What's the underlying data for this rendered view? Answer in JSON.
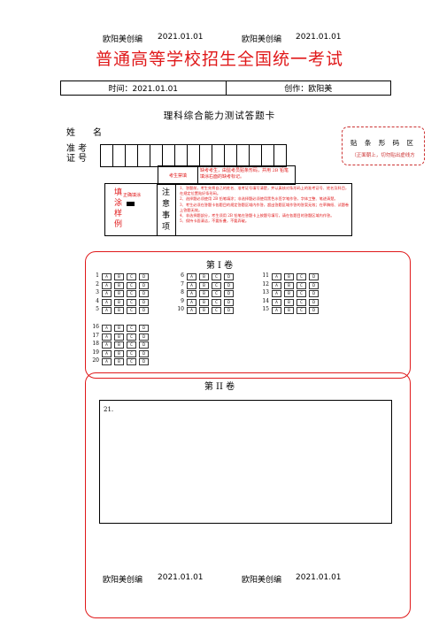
{
  "header": {
    "author": "欧阳美创编",
    "date": "2021.01.01"
  },
  "footer": {
    "author": "欧阳美创编",
    "date": "2021.01.01"
  },
  "title": "普通高等学校招生全国统一考试",
  "info": {
    "time_label": "时间：2021.01.01",
    "creator_label": "创作：欧阳美"
  },
  "subtitle": "理科综合能力测试答题卡",
  "name_label": "姓　　名",
  "exam_no_label": "准 考 证 号",
  "barcode": {
    "line1": "贴 条 形 码 区",
    "line2": "（正面朝上，切勿贴出虚线方"
  },
  "candidate_confirm": {
    "label": "考生禁填",
    "text": "缺考考生，由监考员贴条形码，并用 2B 铅笔填涂右面的缺考标记。"
  },
  "sample": {
    "title_chars": [
      "填",
      "涂",
      "样",
      "例"
    ],
    "correct_label": "正确填涂"
  },
  "notes": {
    "title_chars": [
      "注",
      "意",
      "事",
      "项"
    ],
    "items": [
      "1、答题前，考生先将自己的姓名、准考证号填写清楚，并认真核对条形码上的准考证号、姓名及科目，在规定位置贴好条形码。",
      "2、选择题必须使用 2B 铅笔填涂；非选择题必须使用黑色水签字笔作答，字体工整、笔迹清楚。",
      "3、考生必须在答题卡各题目的规定答题区域内作答，超出答题区域作答的答案无效；在草稿纸、试题卷上答题无效。",
      "4、非选择题部分，考生须用 2B 铅笔在答题卡上按题号填写，请在各题目的答题区域内作答。",
      "5、保持卡面清洁，不要折叠，不要弄破。"
    ]
  },
  "section1": {
    "title": "第 I 卷",
    "choices": [
      "A",
      "B",
      "C",
      "D"
    ],
    "groups": [
      [
        "1",
        "2",
        "3",
        "4",
        "5"
      ],
      [
        "6",
        "7",
        "8",
        "9",
        "10"
      ],
      [
        "11",
        "12",
        "13",
        "14",
        "15"
      ],
      [
        "16",
        "17",
        "18",
        "19",
        "20"
      ]
    ]
  },
  "section2": {
    "title": "第 II 卷",
    "question": "21."
  },
  "colors": {
    "accent": "#e0191a"
  }
}
